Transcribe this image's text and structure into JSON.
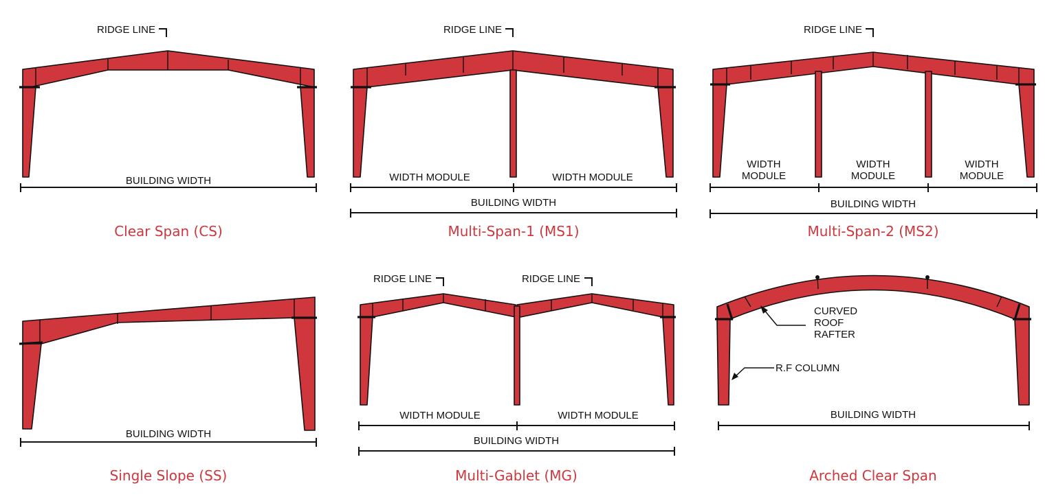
{
  "colors": {
    "frame_red": "#cf373d",
    "outline": "#111111",
    "caption_red": "#cf373d"
  },
  "diagrams": {
    "clear_span": {
      "caption": "Clear Span (CS)",
      "ridge_label": "RIDGE LINE",
      "width_label": "BUILDING WIDTH"
    },
    "multi_span_1": {
      "caption": "Multi-Span-1 (MS1)",
      "ridge_label": "RIDGE LINE",
      "module_left": "WIDTH MODULE",
      "module_right": "WIDTH MODULE",
      "width_label": "BUILDING WIDTH"
    },
    "multi_span_2": {
      "caption": "Multi-Span-2 (MS2)",
      "ridge_label": "RIDGE LINE",
      "module_1_line1": "WIDTH",
      "module_1_line2": "MODULE",
      "module_2_line1": "WIDTH",
      "module_2_line2": "MODULE",
      "module_3_line1": "WIDTH",
      "module_3_line2": "MODULE",
      "width_label": "BUILDING WIDTH"
    },
    "single_slope": {
      "caption": "Single Slope (SS)",
      "width_label": "BUILDING WIDTH"
    },
    "multi_gable": {
      "caption": "Multi-Gablet (MG)",
      "ridge_label_left": "RIDGE LINE",
      "ridge_label_right": "RIDGE LINE",
      "module_left": "WIDTH MODULE",
      "module_right": "WIDTH MODULE",
      "width_label": "BUILDING WIDTH"
    },
    "arched_clear_span": {
      "caption": "Arched Clear Span",
      "rafter_line1": "CURVED",
      "rafter_line2": "ROOF",
      "rafter_line3": "RAFTER",
      "column_label": "R.F COLUMN",
      "width_label": "BUILDING WIDTH"
    }
  }
}
